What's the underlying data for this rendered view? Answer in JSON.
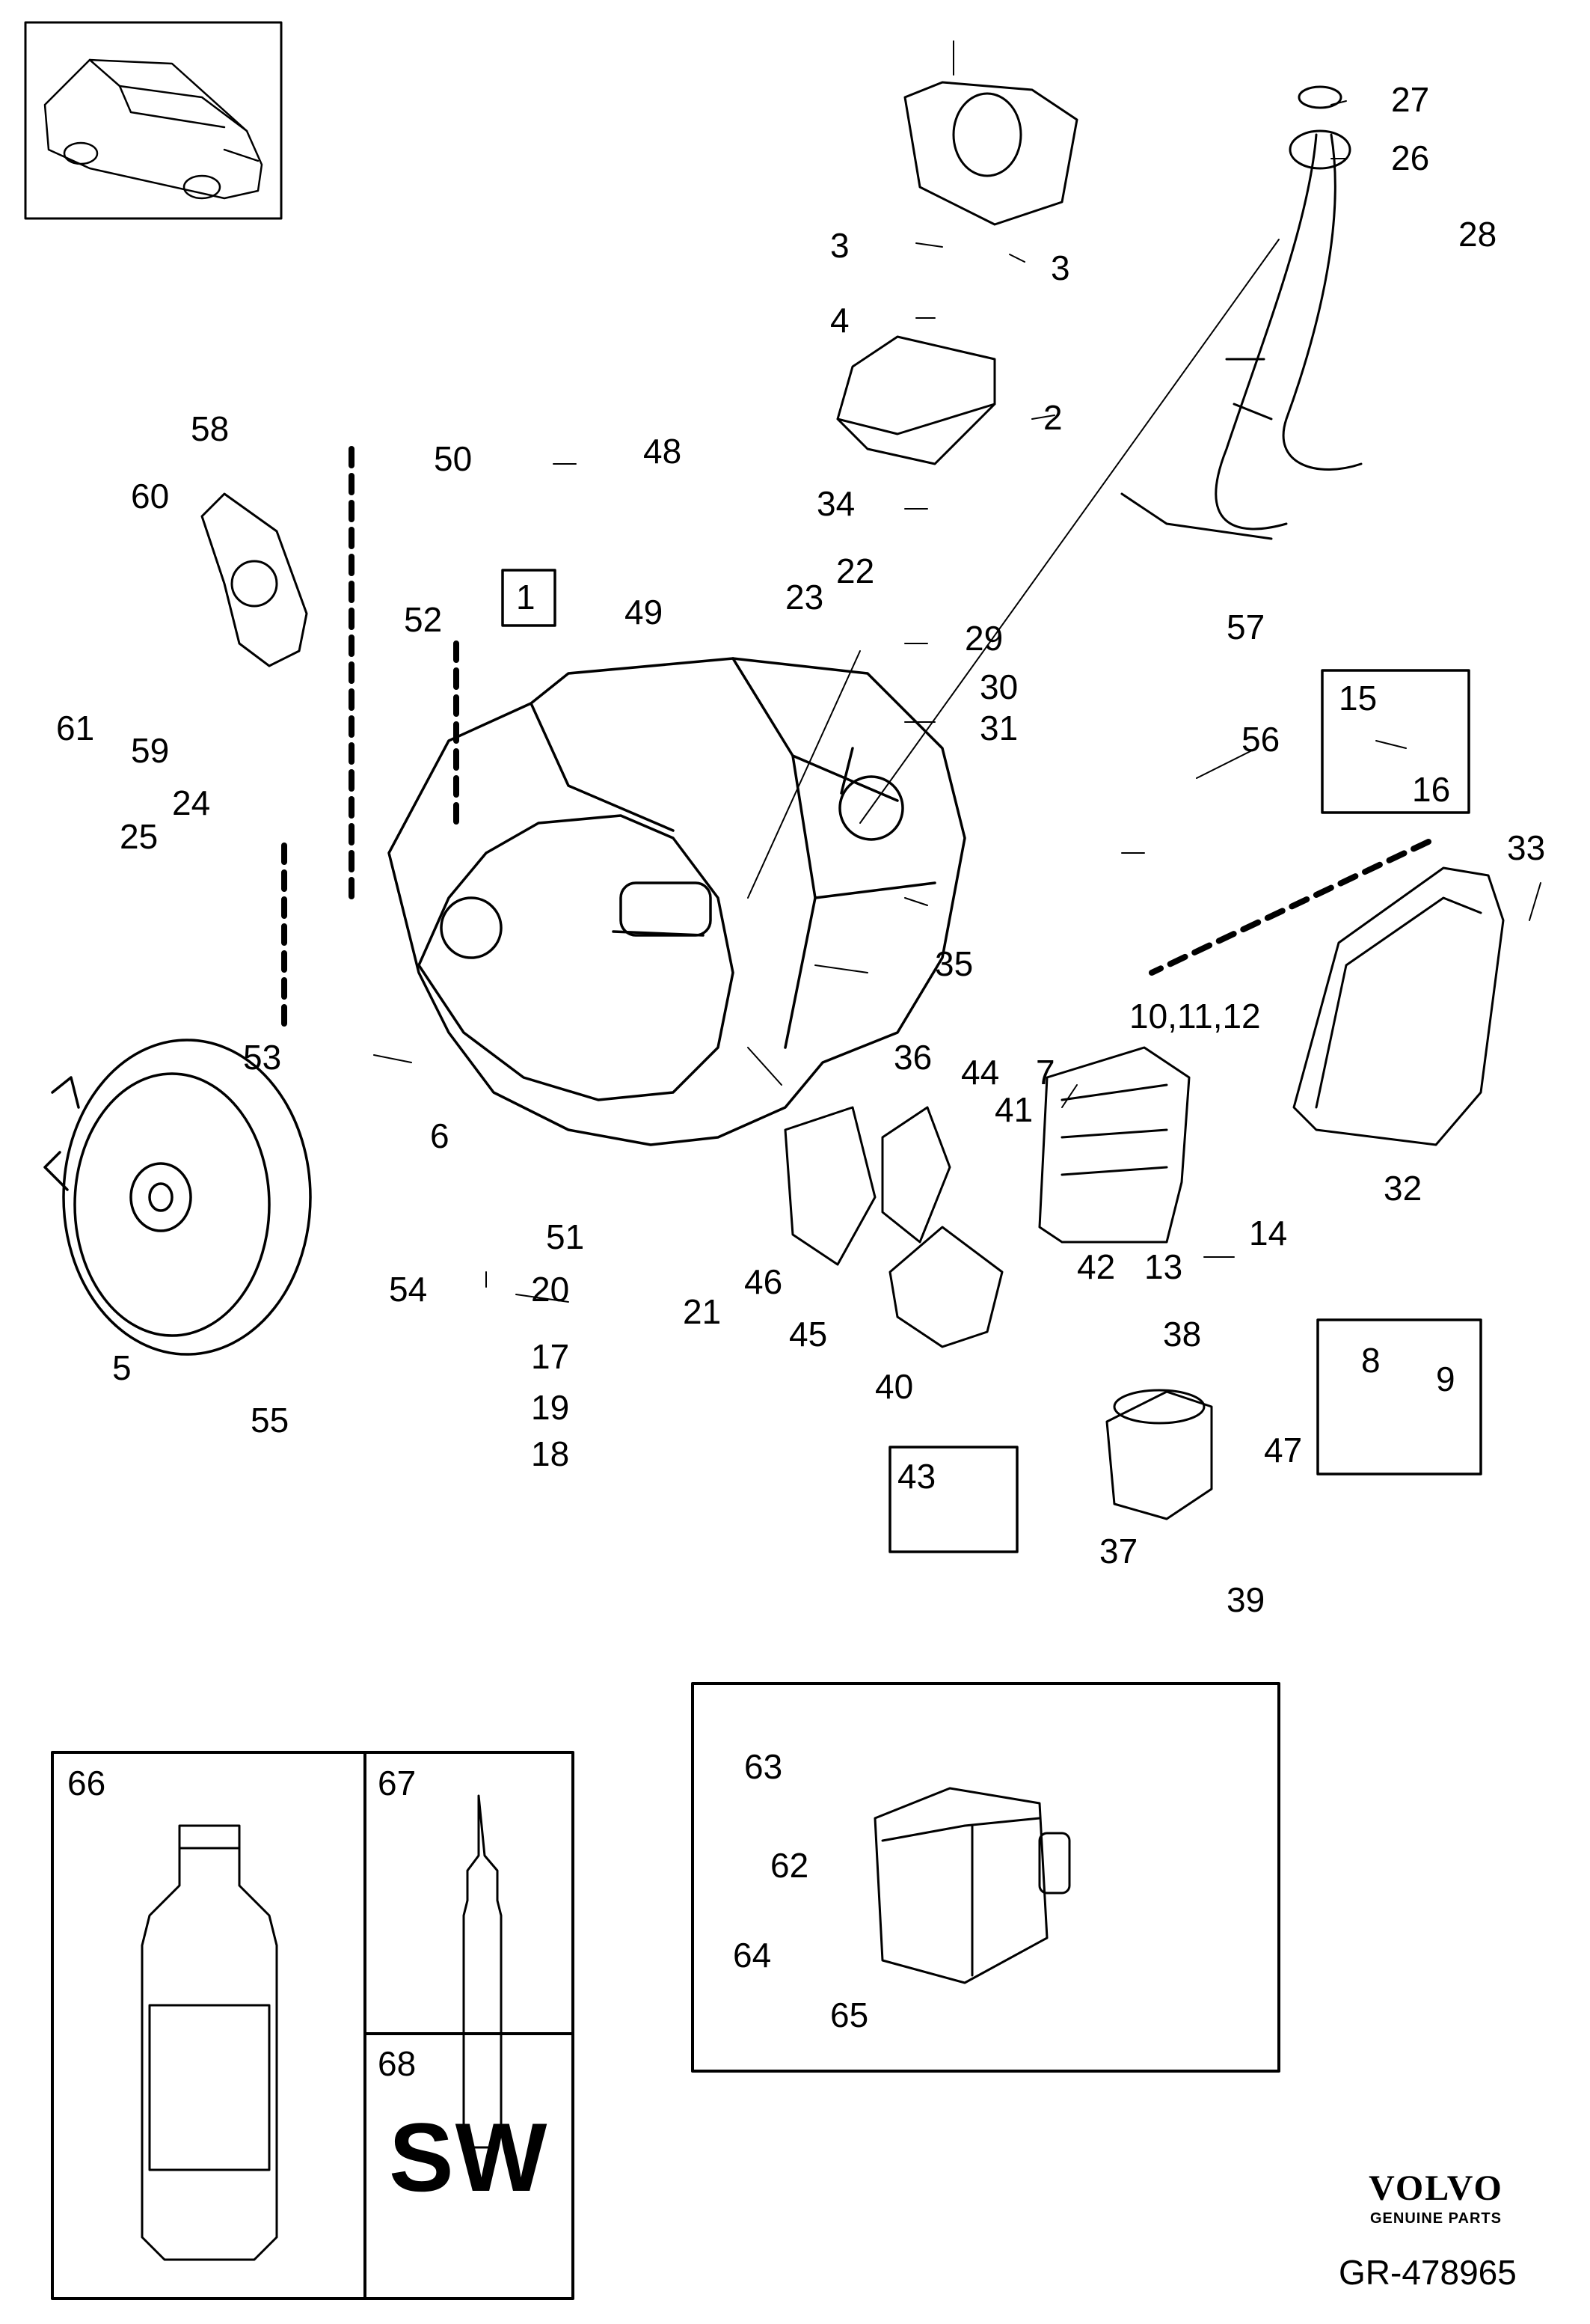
{
  "callouts": [
    "1",
    "2",
    "3",
    "3",
    "4",
    "5",
    "6",
    "7",
    "8",
    "9",
    "10,11,12",
    "13",
    "14",
    "15",
    "16",
    "17",
    "18",
    "19",
    "20",
    "21",
    "22",
    "23",
    "24",
    "25",
    "26",
    "27",
    "28",
    "29",
    "30",
    "31",
    "32",
    "33",
    "34",
    "35",
    "36",
    "37",
    "38",
    "39",
    "40",
    "41",
    "42",
    "43",
    "44",
    "45",
    "46",
    "47",
    "48",
    "49",
    "50",
    "51",
    "52",
    "53",
    "54",
    "55",
    "56",
    "57",
    "58",
    "59",
    "60",
    "61",
    "62",
    "63",
    "64",
    "65"
  ],
  "box_labels": {
    "oil": "66",
    "tube": "67",
    "sw_num": "68",
    "sw": "SW"
  },
  "brand": {
    "name": "VOLVO",
    "tagline": "GENUINE PARTS"
  },
  "reference": "GR-478965"
}
